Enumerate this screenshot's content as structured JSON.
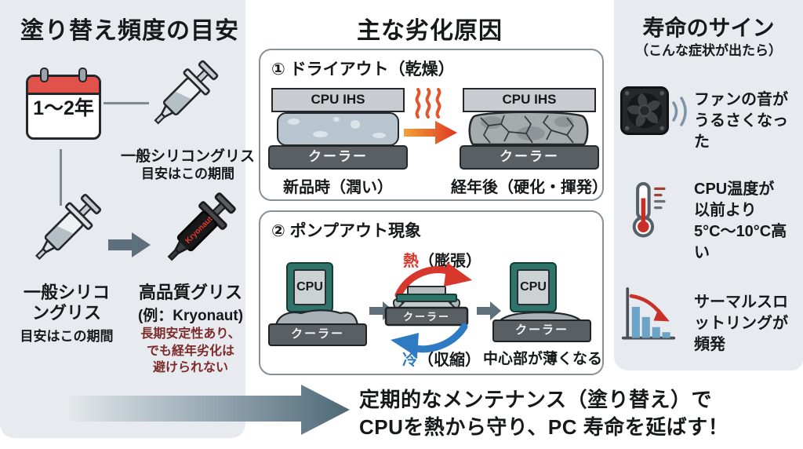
{
  "left": {
    "title": "塗り替え頻度の目安",
    "calendar_label": "1〜2年",
    "syringe1_label1": "一般シリコングリス",
    "syringe1_label2": "目安はこの期間",
    "syringe2_label1": "一般シリコ\nングリス",
    "syringe2_label2": "目安はこの期間",
    "premium_label1": "高品質グリス",
    "premium_label2": "(例：Kryonaut)",
    "premium_note": "長期安定性あり、\nでも経年劣化は\n避けられない",
    "kryonaut_brand": "Kryonaut"
  },
  "middle": {
    "title": "主な劣化原因",
    "box1": {
      "heading": "① ドライアウト（乾燥）",
      "cpu_ihs": "CPU IHS",
      "cooler": "クーラー",
      "caption_left": "新品時（潤い）",
      "caption_right": "経年後（硬化・揮発）"
    },
    "box2": {
      "heading": "② ポンプアウト現象",
      "cpu": "CPU",
      "cooler": "クーラー",
      "heat_label": "熱",
      "heat_sub": "（膨張）",
      "cold_label": "冷",
      "cold_sub": "（収縮）",
      "caption_right": "中心部が薄くなる"
    }
  },
  "right": {
    "title": "寿命のサイン",
    "subtitle": "（こんな症状が出たら）",
    "items": [
      {
        "icon": "fan-icon",
        "text": "ファンの音が\nうるさくなった"
      },
      {
        "icon": "thermometer-icon",
        "text": "CPU温度が\n以前より\n5°C〜10°C高い"
      },
      {
        "icon": "declining-chart-icon",
        "text": "サーマルスロ\nットリングが\n頻発"
      }
    ]
  },
  "bottom": {
    "line1": "定期的なメンテナンス（塗り替え）で",
    "line2": "CPUを熱から守り、PC 寿命を延ばす！"
  },
  "icons": [
    "calendar-icon",
    "syringe-icon",
    "premium-syringe-icon",
    "right-arrow-icon",
    "heat-waves-icon",
    "heat-gradient-arrow-icon",
    "curved-heat-arrow-icon",
    "curved-cold-arrow-icon",
    "fan-icon",
    "sound-waves-icon",
    "thermometer-icon",
    "declining-chart-icon",
    "big-conclusion-arrow-icon"
  ],
  "colors": {
    "panel_bg": "#e7eaee",
    "accent_red": "#d8372b",
    "accent_blue": "#2e7bc4",
    "accent_orange": "#f0a339",
    "note_red": "#7d2b2b",
    "chip_teal": "#2e746b",
    "slate_arrow": "#5d707c",
    "cooler_gray": "#5a5f64"
  }
}
